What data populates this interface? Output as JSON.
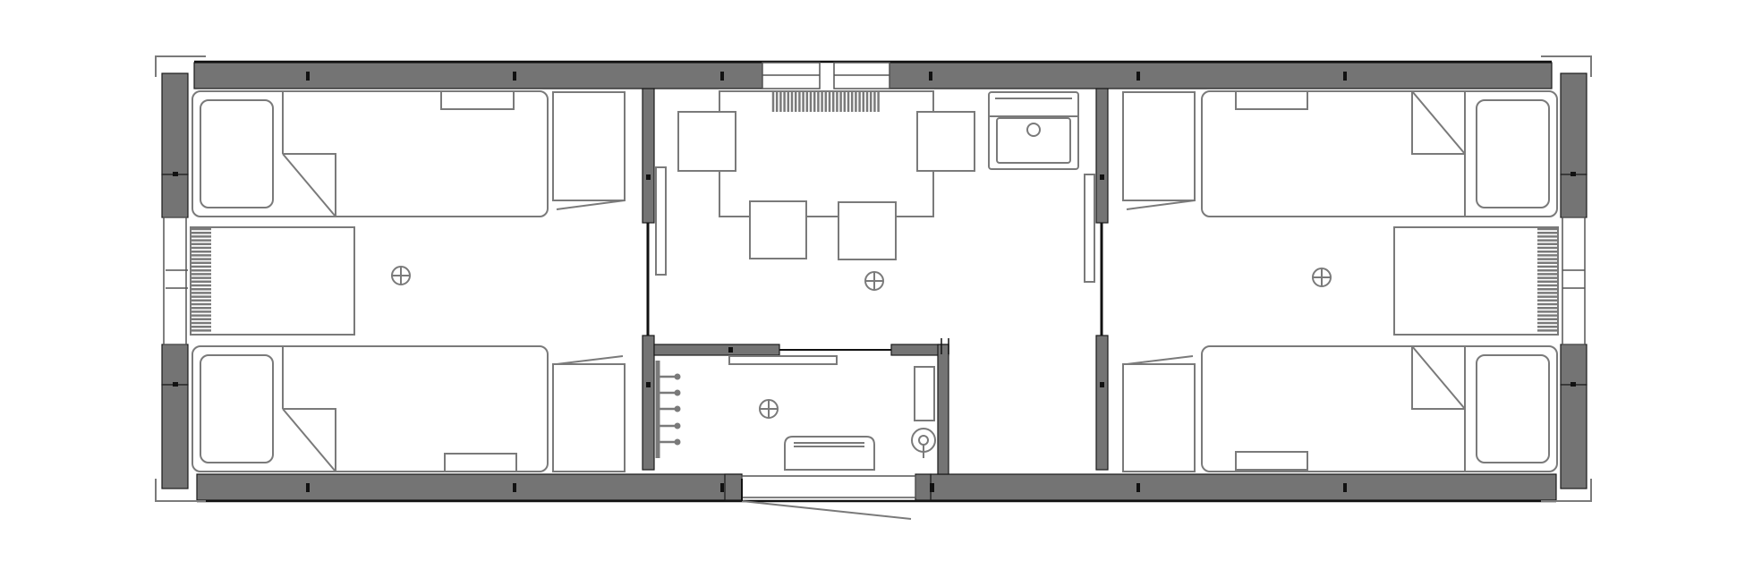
{
  "diagram": {
    "type": "floor-plan",
    "colors": {
      "wall": "#747474",
      "outline": "#1a1a1a",
      "furniture": "#7a7a7a",
      "background": "#ffffff"
    },
    "rooms": [
      "bedroom-left",
      "living-kitchen",
      "bathroom",
      "bedroom-right"
    ],
    "icons": [
      "bed-icon",
      "wardrobe-icon",
      "radiator-icon",
      "ceiling-light-icon",
      "table-icon",
      "chair-icon",
      "sink-icon",
      "shower-icon",
      "towel-rail-icon",
      "toilet-icon",
      "door-swing-icon",
      "window-icon"
    ]
  }
}
